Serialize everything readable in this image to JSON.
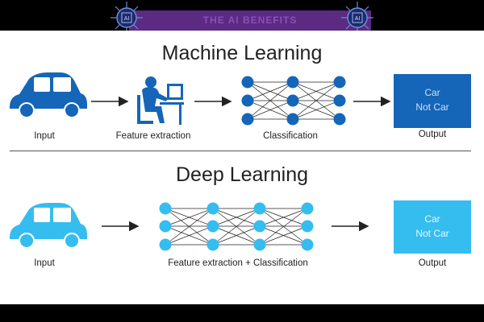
{
  "banner": {
    "title": "THE AI BENEFITS",
    "badge_text": "AI"
  },
  "machine_learning": {
    "title": "Machine Learning",
    "labels": {
      "input": "Input",
      "feature": "Feature extraction",
      "classification": "Classification",
      "output": "Output"
    },
    "output_box": {
      "line1": "Car",
      "line2": "Not Car"
    }
  },
  "deep_learning": {
    "title": "Deep Learning",
    "labels": {
      "input": "Input",
      "combined": "Feature extraction + Classification",
      "output": "Output"
    },
    "output_box": {
      "line1": "Car",
      "line2": "Not Car"
    }
  },
  "colors": {
    "ml_blue": "#1565b8",
    "dl_blue": "#35bdf0",
    "banner_purple": "#5b2a83"
  }
}
